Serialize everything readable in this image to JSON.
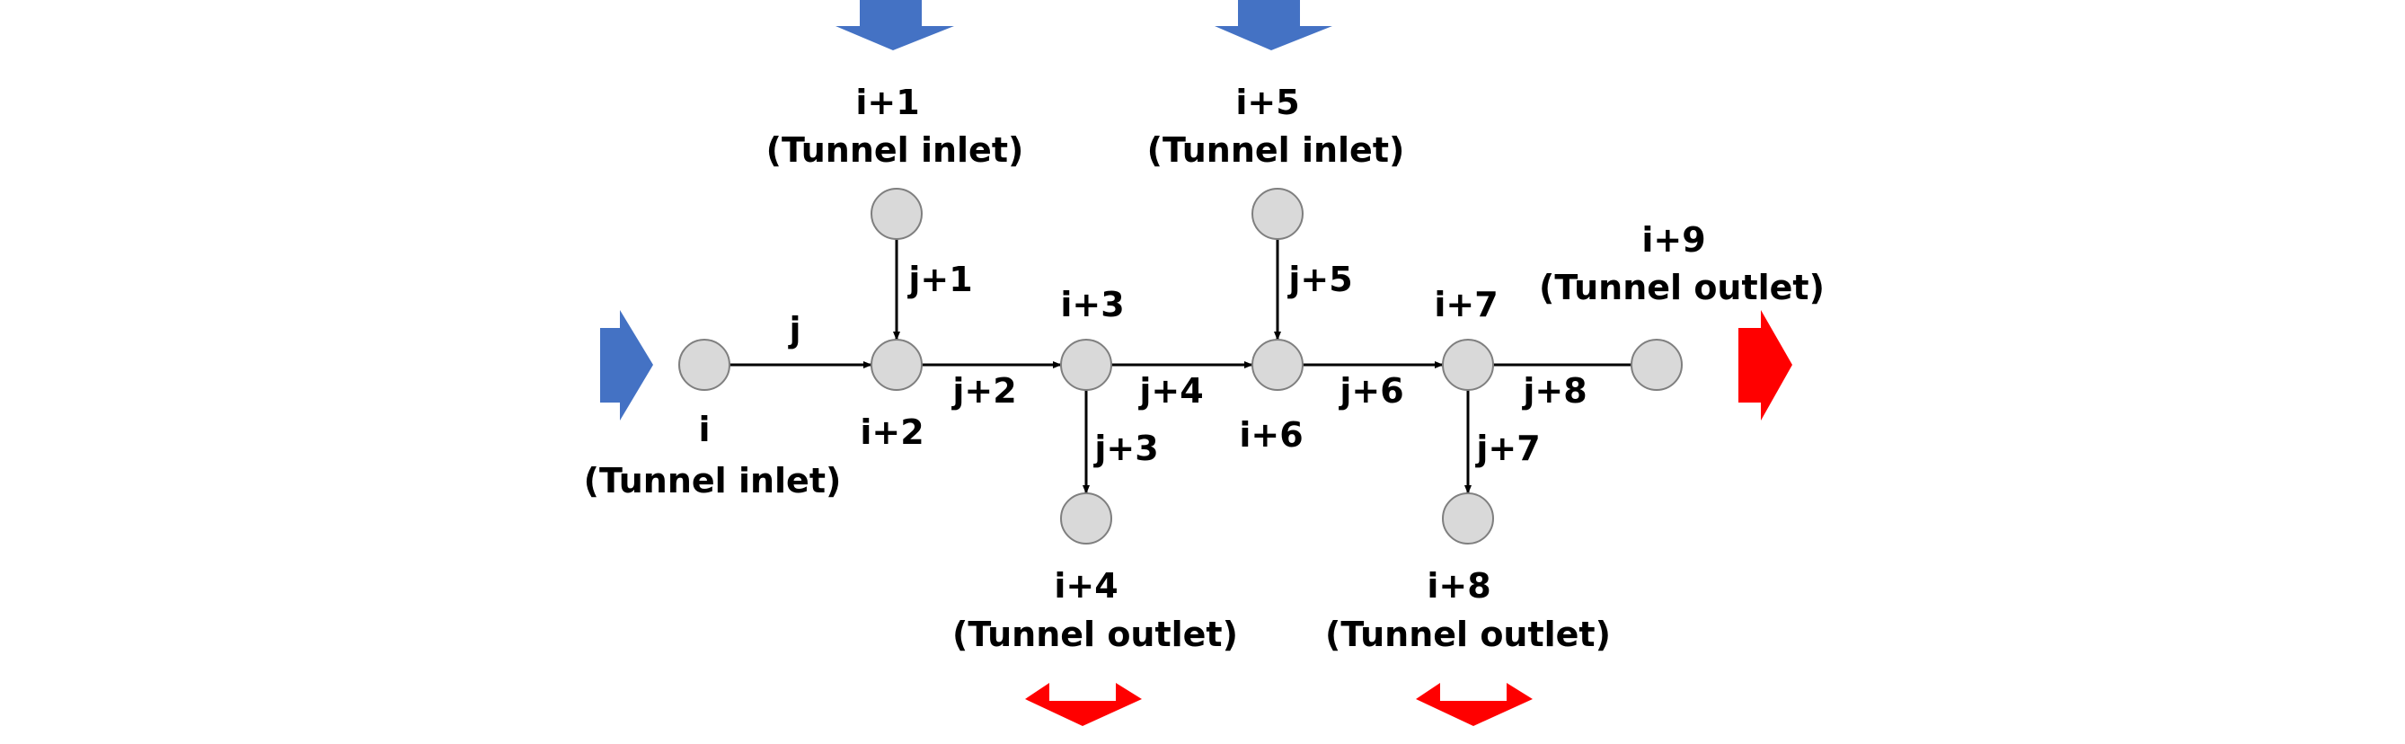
{
  "colors": {
    "inflow_arrow": "#4472C4",
    "outflow_arrow": "#FF0000",
    "node_fill": "#D9D9D9",
    "node_stroke": "#7F7F7F",
    "link": "#000000"
  },
  "nodes": [
    {
      "id": "n_i",
      "label": "i",
      "sub": "(Tunnel inlet)"
    },
    {
      "id": "n_i1",
      "label": "i+1",
      "sub": "(Tunnel inlet)"
    },
    {
      "id": "n_i2",
      "label": "i+2",
      "sub": ""
    },
    {
      "id": "n_i3",
      "label": "i+3",
      "sub": ""
    },
    {
      "id": "n_i4",
      "label": "i+4",
      "sub": "(Tunnel outlet)"
    },
    {
      "id": "n_i5",
      "label": "i+5",
      "sub": "(Tunnel inlet)"
    },
    {
      "id": "n_i6",
      "label": "i+6",
      "sub": ""
    },
    {
      "id": "n_i7",
      "label": "i+7",
      "sub": ""
    },
    {
      "id": "n_i8",
      "label": "i+8",
      "sub": "(Tunnel outlet)"
    },
    {
      "id": "n_i9",
      "label": "i+9",
      "sub": "(Tunnel outlet)"
    }
  ],
  "links": [
    {
      "label": "j",
      "from": "i",
      "to": "i+2"
    },
    {
      "label": "j+1",
      "from": "i+1",
      "to": "i+2"
    },
    {
      "label": "j+2",
      "from": "i+2",
      "to": "i+3"
    },
    {
      "label": "j+3",
      "from": "i+3",
      "to": "i+4"
    },
    {
      "label": "j+4",
      "from": "i+3",
      "to": "i+6"
    },
    {
      "label": "j+5",
      "from": "i+5",
      "to": "i+6"
    },
    {
      "label": "j+6",
      "from": "i+6",
      "to": "i+7"
    },
    {
      "label": "j+7",
      "from": "i+7",
      "to": "i+8"
    },
    {
      "label": "j+8",
      "from": "i+7",
      "to": "i+9"
    }
  ],
  "flow_arrows": [
    {
      "kind": "inflow",
      "at": "i",
      "direction": "right"
    },
    {
      "kind": "inflow",
      "at": "i+1",
      "direction": "down"
    },
    {
      "kind": "inflow",
      "at": "i+5",
      "direction": "down"
    },
    {
      "kind": "outflow",
      "at": "i+4",
      "direction": "down"
    },
    {
      "kind": "outflow",
      "at": "i+8",
      "direction": "down"
    },
    {
      "kind": "outflow",
      "at": "i+9",
      "direction": "right"
    }
  ]
}
